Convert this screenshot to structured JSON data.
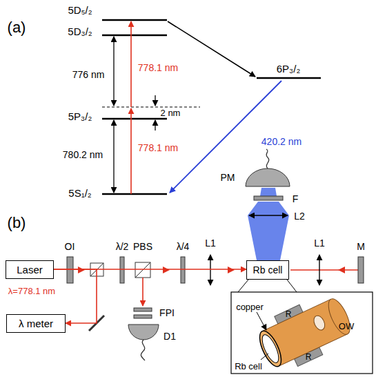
{
  "diagram": {
    "nodes": [
      {
        "text": [
          "Laser"
        ]
      },
      {
        "text": [
          "λ meter"
        ]
      },
      {
        "text": [
          "Rb cell"
        ]
      }
    ],
    "edges": [
      {
        "from": 0,
        "to": 1,
        "arrow": "to"
      },
      {
        "from": 0,
        "to": 2,
        "arrow": "to"
      }
    ],
    "labels": [
      "(a)",
      "5D₅/₂",
      "5D₃/₂",
      "776 nm",
      "2 nm",
      "5P₃/₂",
      "780.2 nm",
      "5S₁/₂",
      "778.1 nm",
      "778.1 nm",
      "6P₃/₂",
      "420.2 nm",
      "(b)",
      "PM",
      "F",
      "L2",
      "OI",
      "λ/2",
      "PBS",
      "λ/4",
      "L1",
      "L1",
      "M",
      "λ=778.1 nm",
      "FPI",
      "D1",
      "copper",
      "R",
      "OW",
      "Rb cell",
      "R"
    ]
  }
}
